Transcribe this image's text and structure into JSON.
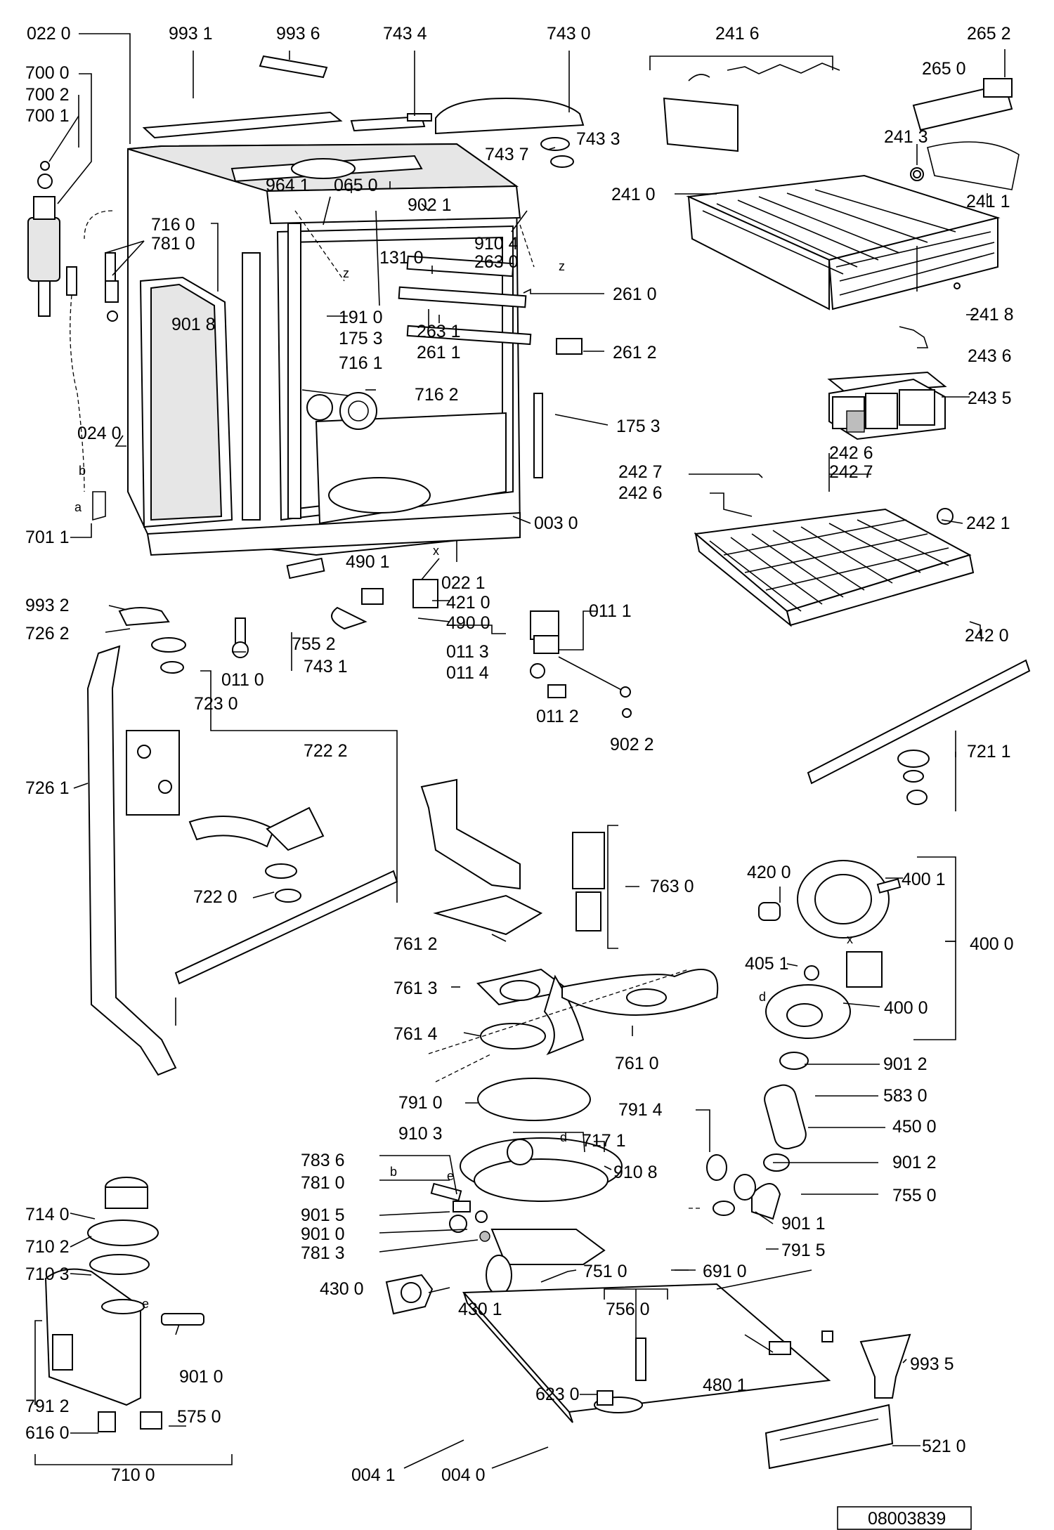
{
  "diagram": {
    "document_number": "08003839",
    "letters": {
      "a": "a",
      "b": "b",
      "x": "x",
      "z": "z",
      "d": "d",
      "e": "e"
    },
    "labels": [
      "022 0",
      "993 1",
      "993 6",
      "743 4",
      "743 0",
      "241 6",
      "265 2",
      "700 0",
      "700 2",
      "700 1",
      "265 0",
      "743 7",
      "743 3",
      "241 3",
      "964 1",
      "065 0",
      "241 0",
      "241 1",
      "902 1",
      "716 0",
      "781 0",
      "910 4",
      "131 0",
      "263 0",
      "261 0",
      "241 8",
      "191 0",
      "901 8",
      "263 1",
      "175 3",
      "261 1",
      "261 2",
      "243 6",
      "716 1",
      "716 2",
      "243 5",
      "175 3",
      "024 0",
      "242 6",
      "242 7",
      "242 7",
      "242 6",
      "242 1",
      "701 1",
      "003 0",
      "490 1",
      "022 1",
      "421 0",
      "993 2",
      "490 0",
      "011 1",
      "242 0",
      "726 2",
      "755 2",
      "011 3",
      "743 1",
      "011 0",
      "011 4",
      "723 0",
      "011 2",
      "902 2",
      "722 2",
      "721 1",
      "726 1",
      "763 0",
      "420 0",
      "400 1",
      "722 0",
      "761 2",
      "400 0",
      "405 1",
      "761 3",
      "400 0",
      "761 4",
      "761 0",
      "901 2",
      "583 0",
      "791 0",
      "791 4",
      "450 0",
      "910 3",
      "717 1",
      "783 6",
      "910 8",
      "901 2",
      "781 0",
      "755 0",
      "901 5",
      "901 1",
      "901 0",
      "714 0",
      "781 3",
      "791 5",
      "710 2",
      "751 0",
      "691 0",
      "430 0",
      "710 3",
      "430 1",
      "756 0",
      "901 0",
      "480 1",
      "993 5",
      "623 0",
      "791 2",
      "575 0",
      "616 0",
      "521 0",
      "004 1",
      "004 0",
      "710 0"
    ]
  }
}
